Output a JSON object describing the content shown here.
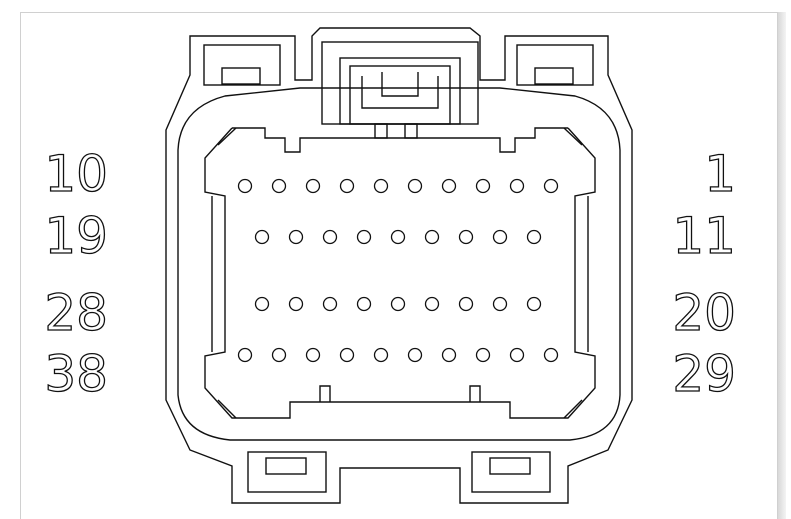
{
  "diagram": {
    "pin_labels": {
      "left": [
        "10",
        "19",
        "28",
        "38"
      ],
      "right": [
        "1",
        "11",
        "20",
        "29"
      ]
    },
    "pin_rows": [
      {
        "row": 1,
        "count": 10
      },
      {
        "row": 2,
        "count": 9
      },
      {
        "row": 3,
        "count": 9
      },
      {
        "row": 4,
        "count": 10
      }
    ],
    "colors": {
      "line": "#111111",
      "background": "#ffffff",
      "frame": "#d0d0d0"
    }
  }
}
